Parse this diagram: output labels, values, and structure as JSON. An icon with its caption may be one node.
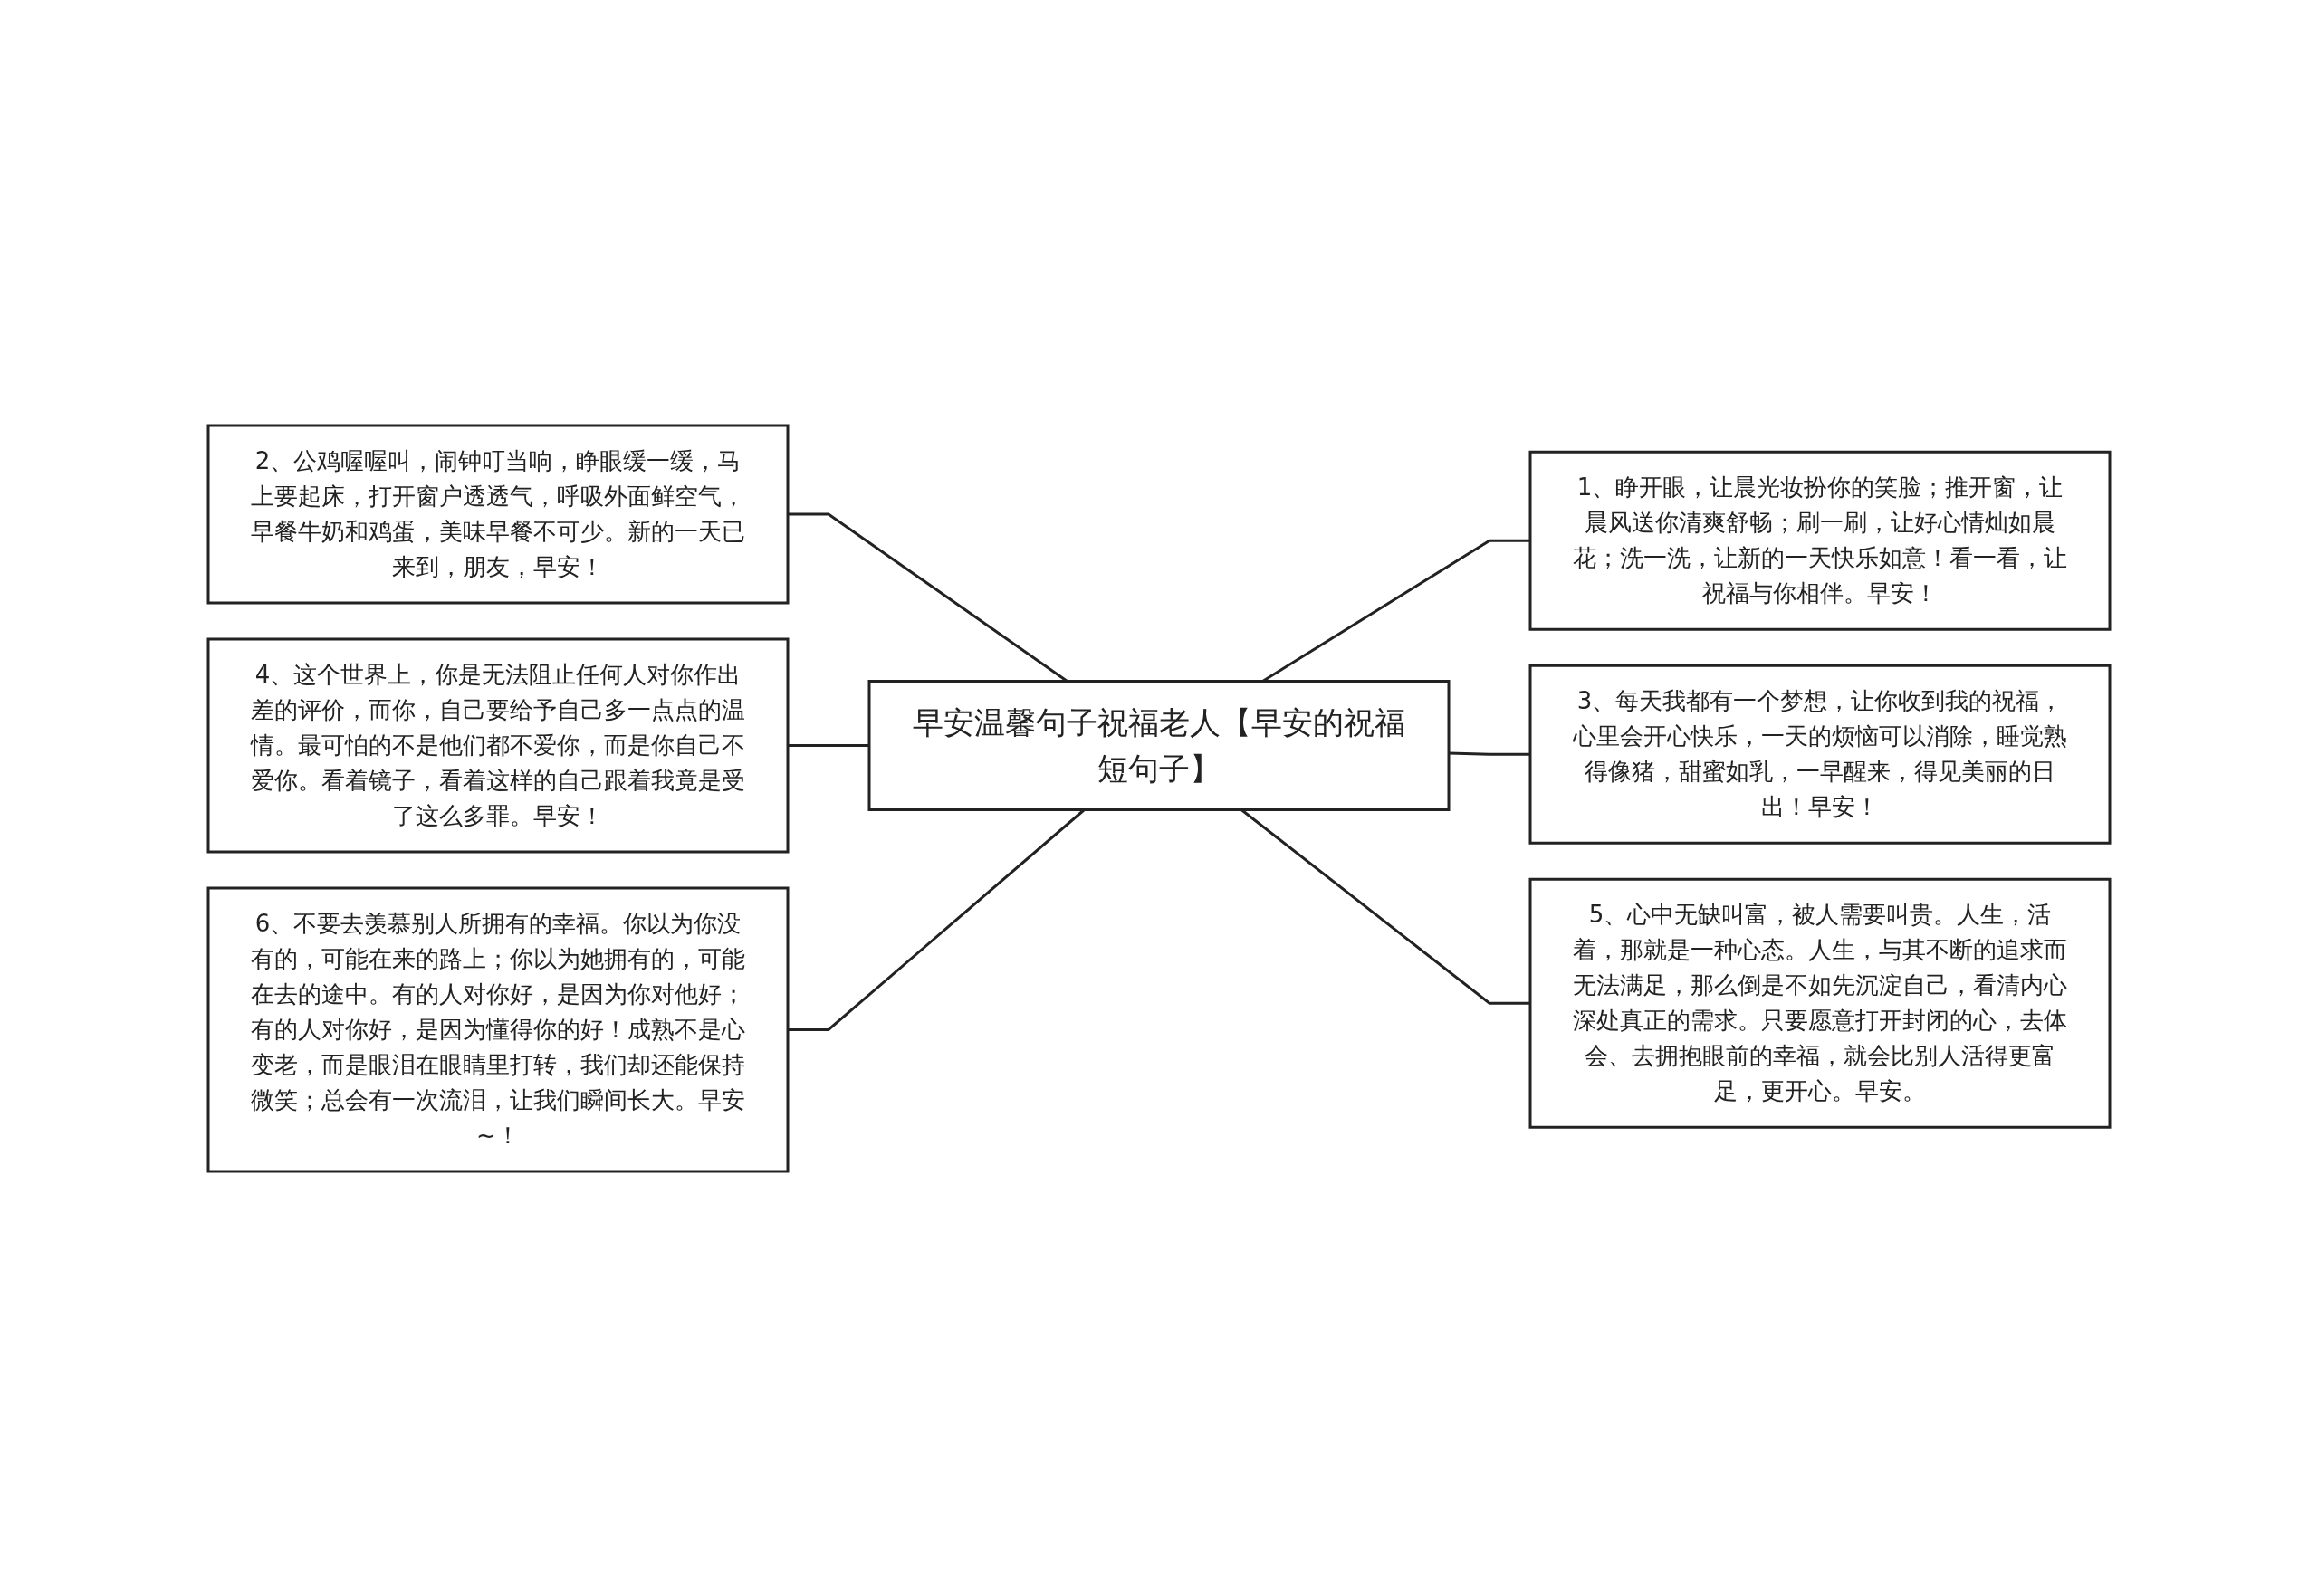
{
  "diagram": {
    "nodes": [
      {
        "text": [
          "早安温馨句子祝福老人【早安的祝福短句子】"
        ]
      },
      {
        "text": [
          "1、睁开眼，让晨光妆扮你的笑脸；推开窗，让晨风送你清爽舒畅；刷一刷，让好心情灿如晨花；洗一洗，让新的一天快乐如意！看一看，让祝福与你相伴。早安！"
        ]
      },
      {
        "text": [
          "2、公鸡喔喔叫，闹钟叮当响，睁眼缓一缓，马上要起床，打开窗户透透气，呼吸外面鲜空气，早餐牛奶和鸡蛋，美味早餐不可少。新的一天已来到，朋友，早安！"
        ]
      },
      {
        "text": [
          "3、每天我都有一个梦想，让你收到我的祝福，心里会开心快乐，一天的烦恼可以消除，睡觉熟得像猪，甜蜜如乳，一早醒来，得见美丽的日出！早安！"
        ]
      },
      {
        "text": [
          "4、这个世界上，你是无法阻止任何人对你作出差的评价，而你，自己要给予自己多一点点的温情。最可怕的不是他们都不爱你，而是你自己不爱你。看着镜子，看着这样的自己跟着我竟是受了这么多罪。早安！"
        ]
      },
      {
        "text": [
          "5、心中无缺叫富，被人需要叫贵。人生，活着，那就是一种心态。人生，与其不断的追求而无法满足，那么倒是不如先沉淀自己，看清内心深处真正的需求。只要愿意打开封闭的心，去体会、去拥抱眼前的幸福，就会比别人活得更富足，更开心。早安。"
        ]
      },
      {
        "text": [
          "6、不要去羡慕别人所拥有的幸福。你以为你没有的，可能在来的路上；你以为她拥有的，可能在去的途中。有的人对你好，是因为你对他好；有的人对你好，是因为懂得你的好！成熟不是心变老，而是眼泪在眼睛里打转，我们却还能保持微笑；总会有一次流泪，让我们瞬间长大。早安~！"
        ]
      }
    ],
    "edges": [
      {
        "from": 0,
        "to": 1,
        "arrow": "none"
      },
      {
        "from": 0,
        "to": 2,
        "arrow": "none"
      },
      {
        "from": 0,
        "to": 3,
        "arrow": "none"
      },
      {
        "from": 0,
        "to": 4,
        "arrow": "none"
      },
      {
        "from": 0,
        "to": 5,
        "arrow": "none"
      },
      {
        "from": 0,
        "to": 6,
        "arrow": "none"
      }
    ]
  }
}
